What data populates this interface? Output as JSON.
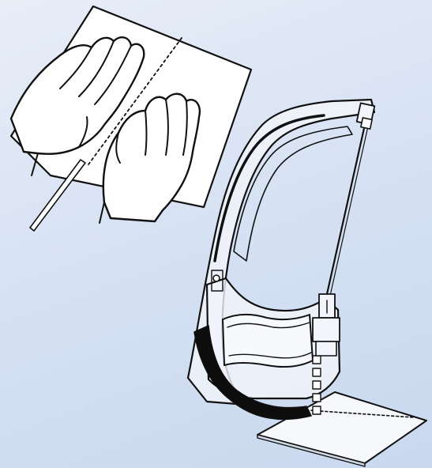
{
  "illustration": {
    "background_color": "#d7e2f3",
    "panels": [
      {
        "name": "hands-folding-paper",
        "icon": "hands-pressing-paper-over-rod"
      },
      {
        "name": "hacksaw-cutting-sheet",
        "icon": "hacksaw-with-sheet"
      }
    ]
  }
}
